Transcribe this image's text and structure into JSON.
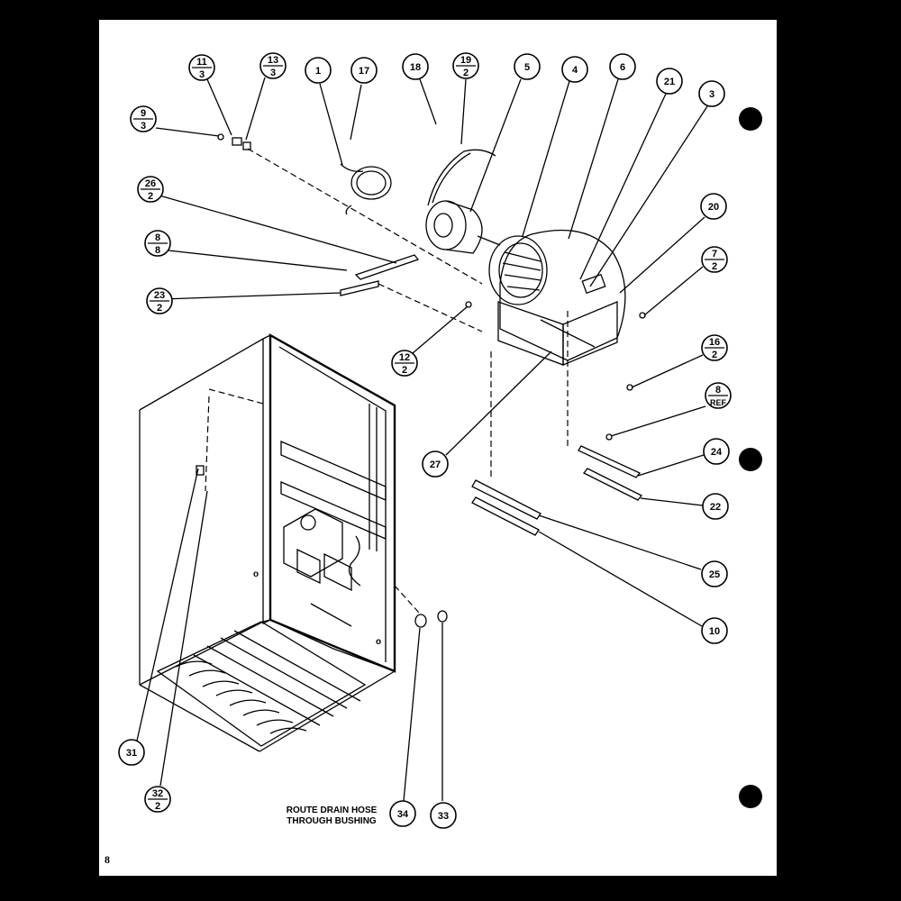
{
  "page_number": "8",
  "note": {
    "line1": "ROUTE DRAIN HOSE",
    "line2": "THROUGH BUSHING"
  },
  "callouts": [
    {
      "id": "c-11-3",
      "top": "11",
      "bottom": "3"
    },
    {
      "id": "c-13-3",
      "top": "13",
      "bottom": "3"
    },
    {
      "id": "c-1",
      "text": "1"
    },
    {
      "id": "c-17",
      "text": "17"
    },
    {
      "id": "c-18",
      "text": "18"
    },
    {
      "id": "c-19-2",
      "top": "19",
      "bottom": "2"
    },
    {
      "id": "c-5",
      "text": "5"
    },
    {
      "id": "c-4",
      "text": "4"
    },
    {
      "id": "c-6",
      "text": "6"
    },
    {
      "id": "c-21",
      "text": "21"
    },
    {
      "id": "c-3",
      "text": "3"
    },
    {
      "id": "c-9-3",
      "top": "9",
      "bottom": "3"
    },
    {
      "id": "c-26-2",
      "top": "26",
      "bottom": "2"
    },
    {
      "id": "c-8-8",
      "top": "8",
      "bottom": "8"
    },
    {
      "id": "c-23-2",
      "top": "23",
      "bottom": "2"
    },
    {
      "id": "c-20",
      "text": "20"
    },
    {
      "id": "c-7-2",
      "top": "7",
      "bottom": "2"
    },
    {
      "id": "c-12-2",
      "top": "12",
      "bottom": "2"
    },
    {
      "id": "c-16-2",
      "top": "16",
      "bottom": "2"
    },
    {
      "id": "c-8-ref",
      "top": "8",
      "bottom": "REF"
    },
    {
      "id": "c-24",
      "text": "24"
    },
    {
      "id": "c-27",
      "text": "27"
    },
    {
      "id": "c-22",
      "text": "22"
    },
    {
      "id": "c-25",
      "text": "25"
    },
    {
      "id": "c-10",
      "text": "10"
    },
    {
      "id": "c-31",
      "text": "31"
    },
    {
      "id": "c-32-2",
      "top": "32",
      "bottom": "2"
    },
    {
      "id": "c-34",
      "text": "34"
    },
    {
      "id": "c-33",
      "text": "33"
    }
  ]
}
